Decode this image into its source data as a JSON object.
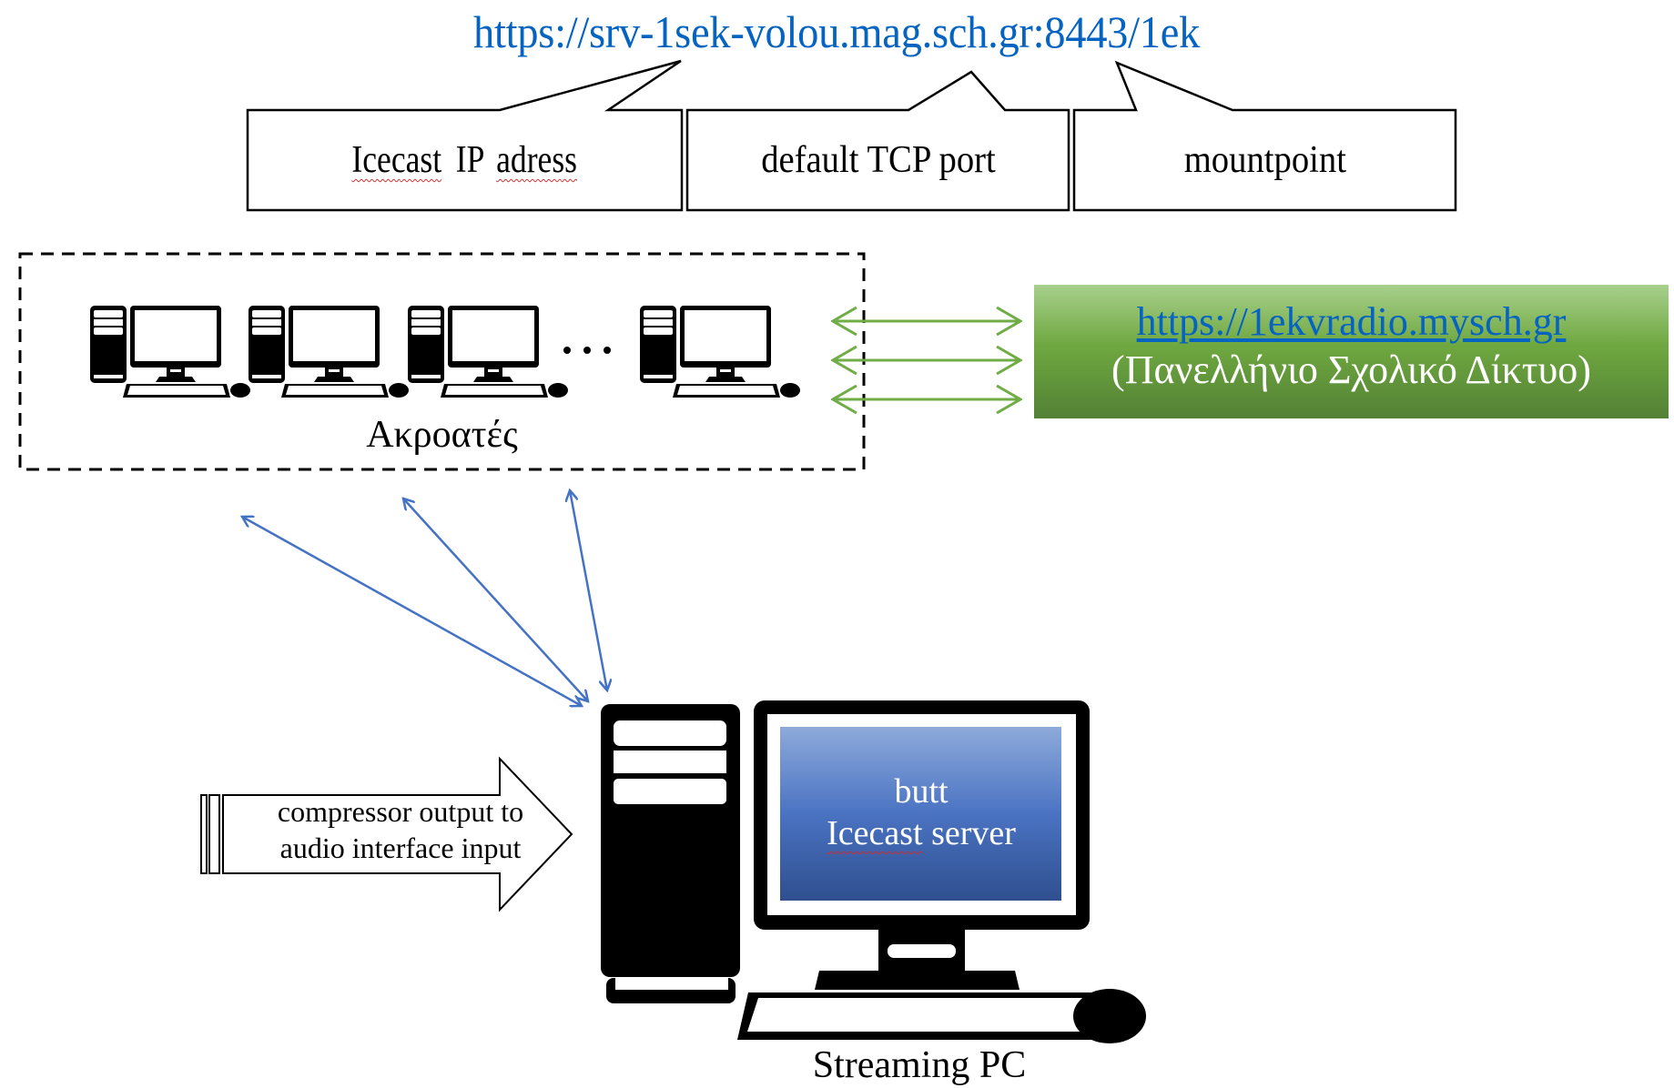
{
  "url": {
    "text": "https://srv-1sek-volou.mag.sch.gr:8443/1ek",
    "color": "#0563c1"
  },
  "callouts": [
    {
      "label_parts": [
        "Icecast",
        " IP ",
        "adress"
      ],
      "spellcheck_flags": [
        true,
        false,
        true
      ]
    },
    {
      "label": "default TCP port"
    },
    {
      "label": "mountpoint"
    }
  ],
  "listeners": {
    "label": "Ακροατές",
    "ellipsis": "• • •",
    "computer_count_shown": 4
  },
  "school_network": {
    "url": "https://1ekvradio.mysch.gr",
    "subtitle": "(Πανελλήνιο Σχολικό Δίκτυο)",
    "gradient_top": "#a8d08d",
    "gradient_bottom": "#538135"
  },
  "connections": {
    "green_arrow_count": 3,
    "green_color": "#70ad47",
    "blue_arrow_count": 3,
    "blue_color": "#4472c4"
  },
  "audio_input": {
    "line1": "compressor output to",
    "line2": "audio interface input"
  },
  "streaming_pc": {
    "screen_line1": "butt",
    "screen_line2_parts": [
      "Icecast",
      " server"
    ],
    "label": "Streaming PC",
    "screen_gradient_top": "#8eaadb",
    "screen_gradient_bottom": "#2f5496"
  }
}
